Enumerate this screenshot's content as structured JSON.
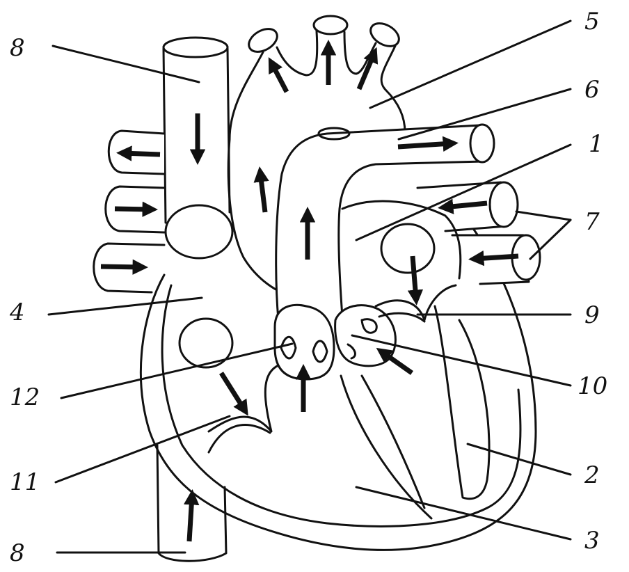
{
  "diagram": {
    "labels": {
      "l8_top": "8",
      "l5": "5",
      "l6": "6",
      "l1": "1",
      "l7": "7",
      "l4": "4",
      "l9": "9",
      "l12": "12",
      "l10": "10",
      "l2": "2",
      "l11": "11",
      "l3": "3",
      "l8_bottom": "8"
    }
  }
}
